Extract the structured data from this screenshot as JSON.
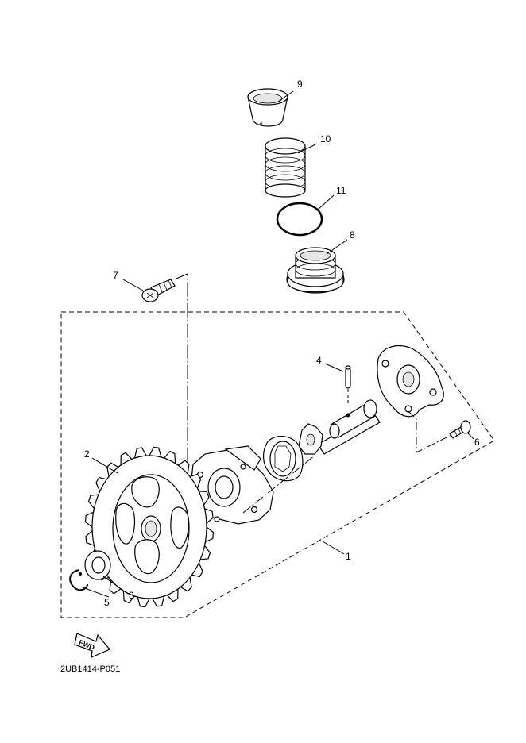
{
  "diagram": {
    "callouts": [
      "1",
      "2",
      "3",
      "4",
      "5",
      "6",
      "7",
      "8",
      "9",
      "10",
      "11"
    ],
    "direction_badge": "FWD",
    "drawing_code": "2UB1414-P051"
  }
}
